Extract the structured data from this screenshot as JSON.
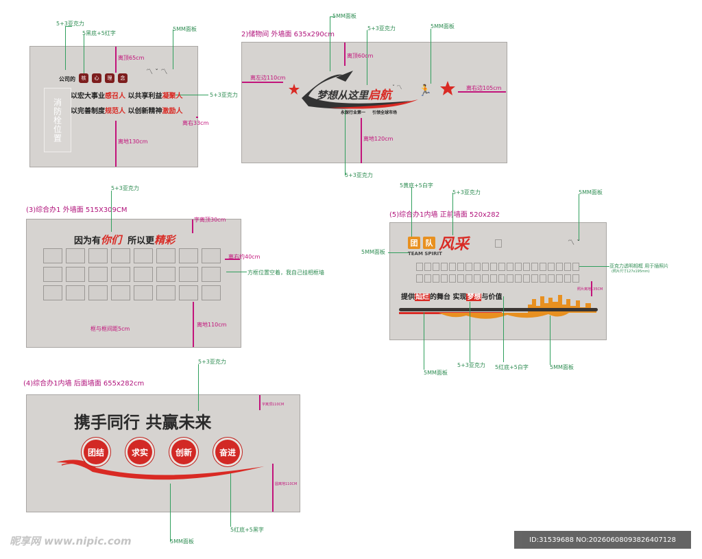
{
  "panel1": {
    "label_company": "公司的",
    "badges": [
      "核",
      "心",
      "理",
      "念"
    ],
    "line1_a": "以宏大事业",
    "line1_b": "感召人",
    "line1_c": "以共享利益",
    "line1_d": "凝聚人",
    "line2_a": "以完善制度",
    "line2_b": "规范人",
    "line2_c": "以创新精神",
    "line2_d": "激励人",
    "hydrant": "消防栓位置",
    "ann_top1": "5+3亚克力",
    "ann_top2": "5黑底+5红字",
    "ann_top3": "5MM面板",
    "ann_right": "5+3亚克力",
    "m_top": "离顶65cm",
    "m_right": "离右33cm",
    "m_bottom": "离地130cm"
  },
  "panel2": {
    "title": "2)储物间 外墙面  635x290cm",
    "slogan_a": "梦想从这里",
    "slogan_b": "启航",
    "sub1": "永保行业第一",
    "sub2": "引领全球市场",
    "ann_top1": "5MM面板",
    "ann_top2": "5+3亚克力",
    "ann_top3": "5MM面板",
    "ann_bottom": "5+3亚克力",
    "m_top": "离顶60cm",
    "m_left": "离左边110cm",
    "m_right": "离右边105cm",
    "m_bottom": "离地120cm"
  },
  "panel3": {
    "title": "(3)综合办1 外墙面  515X309CM",
    "heading_a": "因为有",
    "heading_b": "你们",
    "heading_c": "所以更",
    "heading_d": "精彩",
    "ann_top": "5+3亚克力",
    "m_top": "字离顶30cm",
    "m_right": "离右约40cm",
    "m_frames": "方框位置空着，我自己挂相框墙",
    "m_gap": "框与框间距5cm",
    "m_bottom": "离地110cm"
  },
  "panel4": {
    "title": "(4)综合办1内墙   后面墙面  655x282cm",
    "heading": "携手同行  共赢未来",
    "circles": [
      "团结",
      "求实",
      "创新",
      "奋进"
    ],
    "ann_top": "5+3亚克力",
    "ann_bottom1": "5MM面板",
    "ann_bottom2": "5红底+5黑字",
    "m_top": "字离顶110CM",
    "m_bottom": "圆离地110CM"
  },
  "panel5": {
    "title": "(5)综合办1内墙    正前墙面  520x282",
    "team_badges": [
      "团",
      "队"
    ],
    "team_script": "风采",
    "team_spirit": "TEAM SPIRIT",
    "line_a": "提供",
    "line_b": "灿烂",
    "line_c": "的舞台  实现",
    "line_d": "梦想",
    "line_e": "与价值",
    "ann_top1": "5黄底+5白字",
    "ann_top2": "5+3亚克力",
    "ann_top3": "5MM面板",
    "ann_left": "5MM面板",
    "ann_right1": "亚克力透明相框 用于插照片",
    "ann_right2": "(照片尺寸127x195mm)",
    "m_right": "照片离地135CM",
    "ann_bottom1": "5MM面板",
    "ann_bottom2": "5+3亚克力",
    "ann_bottom3": "5红底+5白字",
    "ann_bottom4": "5MM面板"
  },
  "watermark": {
    "logo": "昵享网 www.nipic.com",
    "id": "ID:31539688 NO:20260608093826407128"
  },
  "colors": {
    "panel": "#d6d3d0",
    "red": "#d92a24",
    "magenta": "#c2127a",
    "green": "#2e9e5b",
    "orange": "#e89020"
  }
}
